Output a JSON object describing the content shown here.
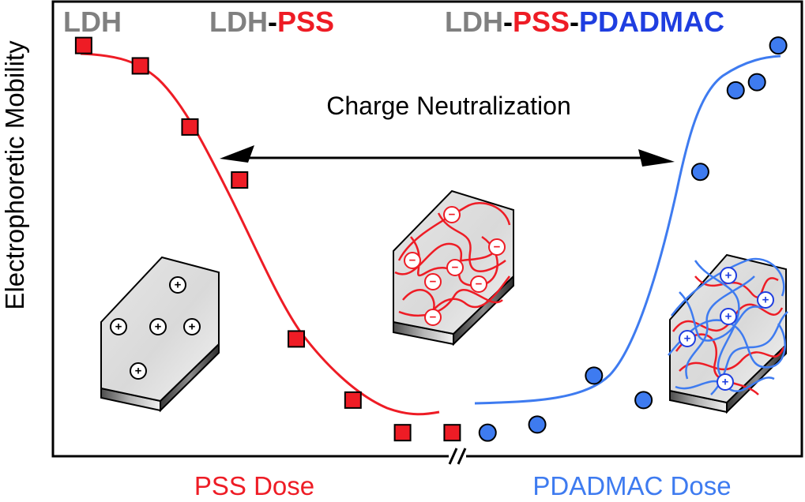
{
  "header": {
    "title_1": {
      "ldh": "LDH"
    },
    "title_2": {
      "ldh": "LDH",
      "dash": "-",
      "pss": "PSS"
    },
    "title_3": {
      "ldh": "LDH",
      "dash1": "-",
      "pss": "PSS",
      "dash2": "-",
      "pdadmac": "PDADMAC"
    }
  },
  "axes": {
    "ylabel": "Electrophoretic Mobility",
    "xlabel_left": "PSS Dose",
    "xlabel_right": "PDADMAC Dose",
    "break_mark": "//"
  },
  "annotation": {
    "label": "Charge Neutralization"
  },
  "particles": {
    "positive_sign": "+",
    "negative_sign": "−"
  },
  "colors": {
    "grey": "#808080",
    "black": "#000000",
    "pss_red": "#ee1c25",
    "pdadmac_blue": "#1f3ee0",
    "curve_red": "#ee1c25",
    "curve_blue": "#3e7bf0",
    "xlabel_red": "#ee1c25",
    "xlabel_blue": "#3e7bf0"
  },
  "chart_data": {
    "type": "scatter",
    "title": "",
    "xlabel": "PSS Dose / PDADMAC Dose",
    "ylabel": "Electrophoretic Mobility",
    "series": [
      {
        "name": "PSS",
        "marker": "square",
        "color": "#ee1c25",
        "x": [
          0.4,
          1.2,
          1.9,
          2.6,
          3.4,
          4.2,
          4.9,
          5.6
        ],
        "y": [
          10.0,
          9.5,
          8.0,
          6.7,
          2.8,
          1.3,
          0.5,
          0.5
        ]
      },
      {
        "name": "PDADMAC",
        "marker": "circle",
        "color": "#3e7bf0",
        "x": [
          6.1,
          6.8,
          7.6,
          8.3,
          9.1,
          9.6,
          9.9,
          10.2
        ],
        "y": [
          0.5,
          0.7,
          1.9,
          1.3,
          6.9,
          8.9,
          9.1,
          10.0
        ]
      }
    ],
    "xlim": [
      0,
      10.5
    ],
    "ylim": [
      0,
      11
    ],
    "grid": false
  }
}
